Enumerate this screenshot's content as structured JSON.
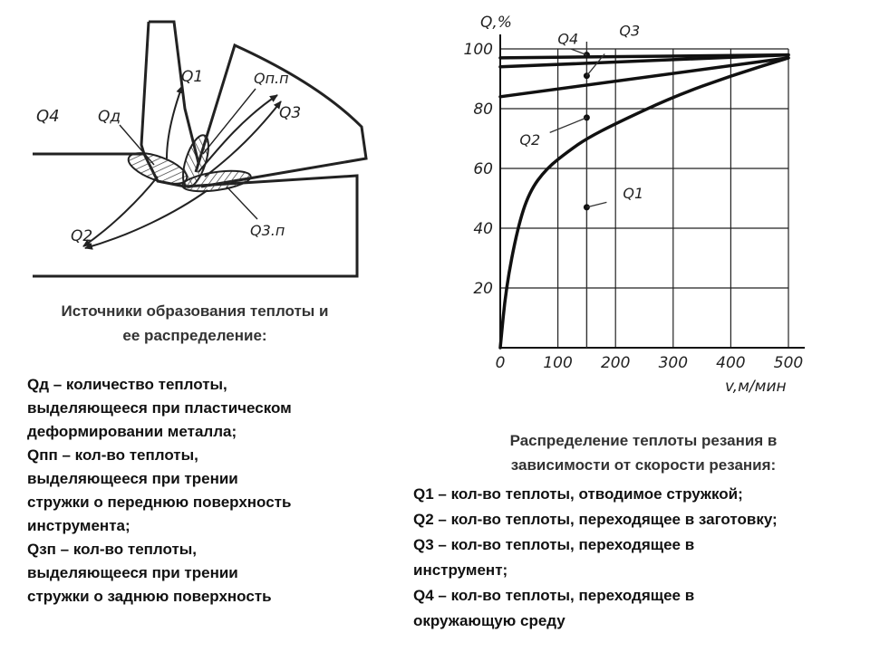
{
  "diagram": {
    "labels": {
      "q4": "Q4",
      "qd": "Qд",
      "q1": "Q1",
      "qpp": "Qп.п",
      "q3": "Q3",
      "q2": "Q2",
      "qzp": "Q3.п"
    }
  },
  "left_caption": {
    "title_line1": "Источники образования теплоты и",
    "title_line2": "ее распределение:",
    "definitions": [
      "Qд – количество теплоты,",
      "выделяющееся при пластическом",
      "деформировании металла;",
      "Qпп – кол-во теплоты,",
      "выделяющееся при трении",
      "стружки о переднюю поверхность",
      "инструмента;",
      "Qзп – кол-во теплоты,",
      "выделяющееся при трении",
      "стружки о заднюю поверхность"
    ]
  },
  "right_caption": {
    "title_line1": "Распределение теплоты резания в",
    "title_line2": "зависимости от скорости резания:",
    "definitions": [
      "Q1 – кол-во теплоты, отводимое стружкой;",
      "Q2 – кол-во теплоты, переходящее в заготовку;",
      "Q3 – кол-во теплоты, переходящее в",
      "инструмент;",
      "Q4 – кол-во теплоты, переходящее в",
      "окружающую среду"
    ]
  },
  "chart_data": {
    "type": "line",
    "xlabel": "v,м/мин",
    "ylabel": "Q,%",
    "xlim": [
      0,
      500
    ],
    "ylim": [
      0,
      100
    ],
    "x_ticks": [
      "0",
      "100",
      "200",
      "300",
      "400",
      "500"
    ],
    "y_ticks": [
      "20",
      "40",
      "60",
      "80",
      "100"
    ],
    "grid": true,
    "marker_x": 150,
    "series": [
      {
        "name": "Q1",
        "x": [
          0,
          10,
          30,
          50,
          80,
          120,
          150,
          200,
          300,
          400,
          500
        ],
        "y": [
          0,
          20,
          40,
          52,
          60,
          66,
          70,
          75,
          84,
          91,
          97
        ]
      },
      {
        "name": "Q2",
        "x": [
          0,
          500
        ],
        "y": [
          84,
          97
        ]
      },
      {
        "name": "Q3",
        "x": [
          0,
          500
        ],
        "y": [
          94,
          98
        ]
      },
      {
        "name": "Q4",
        "x": [
          0,
          500
        ],
        "y": [
          97,
          98
        ]
      }
    ],
    "points": [
      {
        "label": "Q4",
        "x": 150,
        "y": 98
      },
      {
        "label": "Q3",
        "x": 150,
        "y": 91
      },
      {
        "label": "Q2",
        "x": 150,
        "y": 77
      },
      {
        "label": "Q1",
        "x": 150,
        "y": 47
      }
    ]
  }
}
